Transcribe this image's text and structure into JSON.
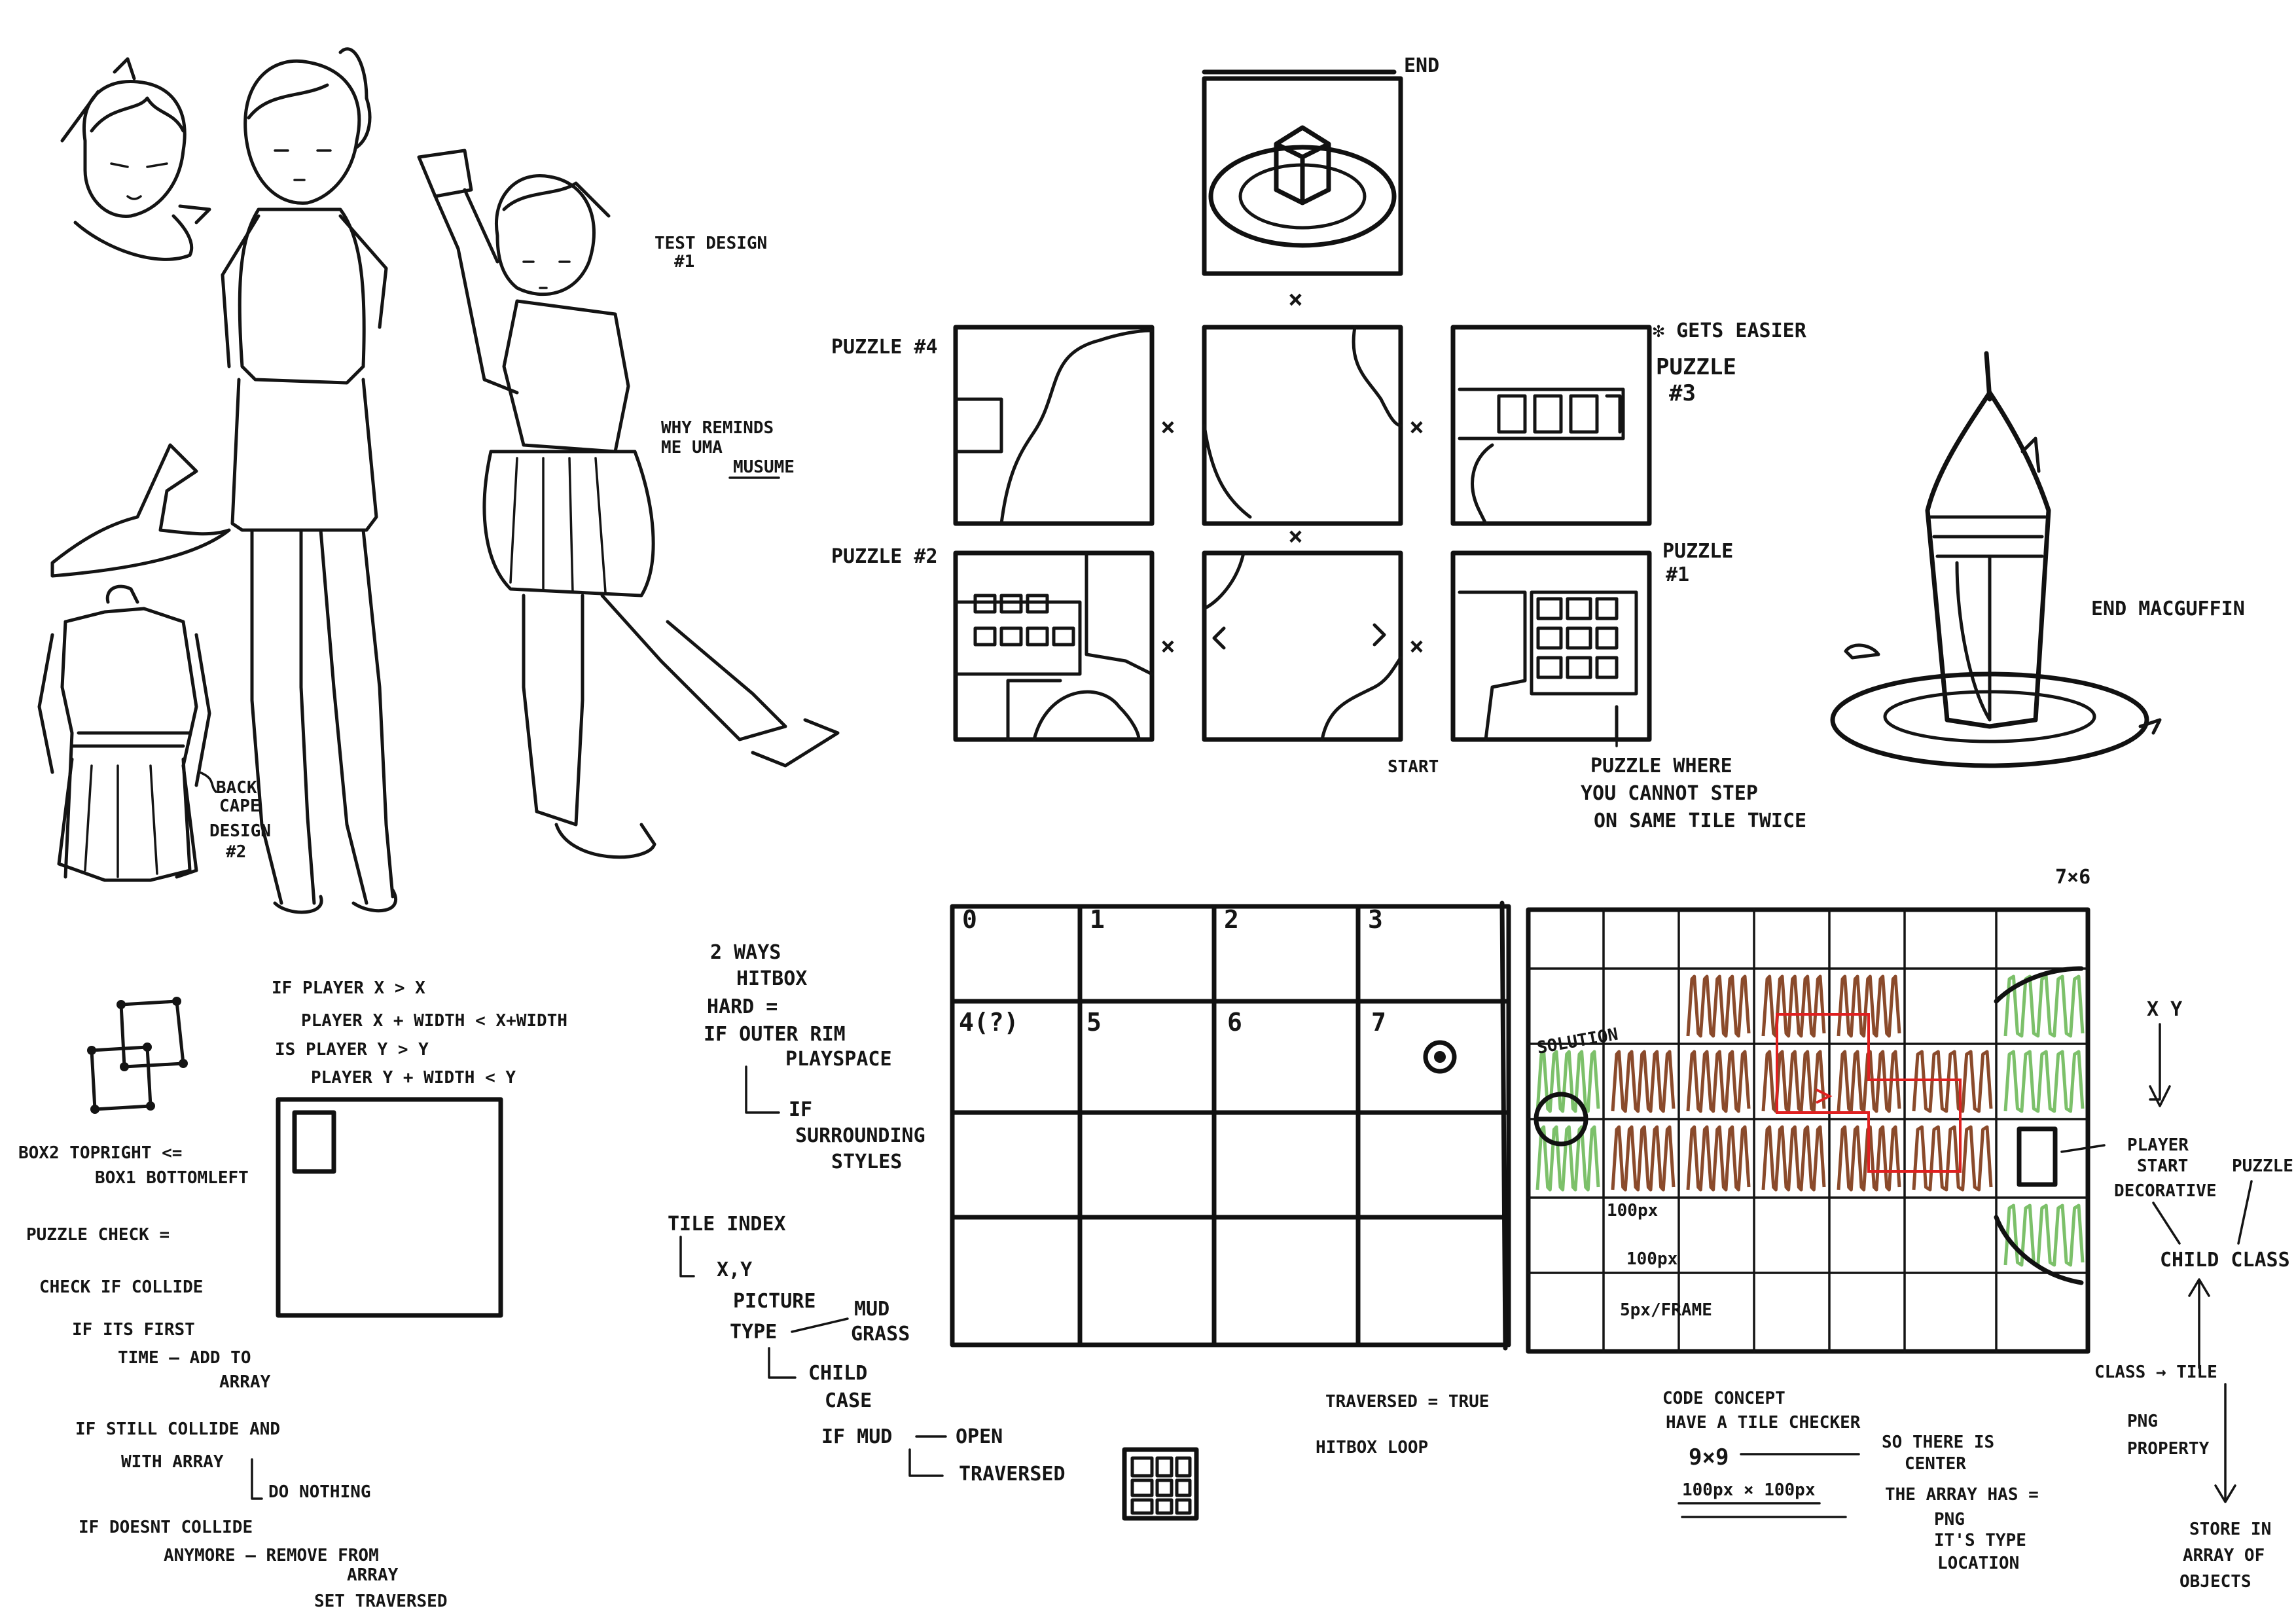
{
  "colors": {
    "ink": "#141414",
    "mud": "#8a4a2b",
    "grass": "#7cc06a",
    "path": "#e02020",
    "paper": "#ffffff"
  },
  "notes": {
    "test_design": [
      "TEST DESIGN",
      "#1"
    ],
    "why_reminds": [
      "WHY REMINDS",
      "ME UMA",
      "MUSUME"
    ],
    "back_cape": [
      "BACK",
      "CAPE",
      "DESIGN",
      "#2"
    ],
    "end": "END",
    "gets_easier": "✻ GETS EASIER",
    "puzzle_4": "PUZZLE #4",
    "puzzle_3": [
      "PUZZLE",
      "#3"
    ],
    "puzzle_2": "PUZZLE #2",
    "puzzle_1": [
      "PUZZLE",
      "#1"
    ],
    "start": "START",
    "puzzle_where": [
      "PUZZLE WHERE",
      "YOU CANNOT STEP",
      "ON SAME TILE TWICE"
    ],
    "end_macguffin": "END MACGUFFIN",
    "grid_size": "7×6",
    "collision": {
      "if_player_x": "IF PLAYER X > X",
      "player_x_width": "PLAYER X + WIDTH < X+WIDTH",
      "is_player_y": "IS PLAYER Y > Y",
      "player_y_width": "PLAYER Y + WIDTH < Y"
    },
    "box2_topright": [
      "BOX2 TOPRIGHT <=",
      "BOX1 BOTTOMLEFT"
    ],
    "puzzle_check": [
      "PUZZLE CHECK =",
      "CHECK IF COLLIDE",
      "IF ITS FIRST",
      "TIME — ADD TO",
      "ARRAY",
      "IF STILL COLLIDE AND",
      "WITH ARRAY",
      "DO NOTHING",
      "IF DOESNT COLLIDE",
      "ANYMORE — REMOVE FROM",
      "ARRAY",
      "SET TRAVERSED"
    ],
    "hitbox_ways": [
      "2 WAYS",
      "HITBOX",
      "HARD =",
      "IF OUTER RIM",
      "PLAYSPACE",
      "IF",
      "SURROUNDING",
      "STYLES"
    ],
    "tile_index": {
      "title": "TILE INDEX",
      "xy": "X,Y",
      "picture": "PICTURE",
      "type": "TYPE",
      "mud": "MUD",
      "grass": "GRASS",
      "child_case": [
        "CHILD",
        "CASE"
      ],
      "if_mud": "IF MUD",
      "open": "OPEN",
      "traversed": "TRAVERSED"
    },
    "traversed_true": "TRAVERSED = TRUE",
    "hitbox_loop": "HITBOX LOOP",
    "code_concept": [
      "CODE CONCEPT",
      "HAVE A TILE CHECKER",
      "9×9",
      "100px × 100px"
    ],
    "center_note": [
      "SO THERE IS",
      "CENTER"
    ],
    "array_has": [
      "THE ARRAY HAS =",
      "PNG",
      "IT'S TYPE",
      "LOCATION"
    ],
    "grid_labels": {
      "solution": "SOLUTION",
      "px100_a": "100px",
      "px100_b": "100px",
      "frame": "5px/FRAME"
    },
    "xy_label": "X Y",
    "player_start": [
      "PLAYER",
      "START"
    ],
    "decorative": "DECORATIVE",
    "puzzle_word": "PUZZLE",
    "child_class": "CHILD CLASS",
    "class_tile": "CLASS → TILE",
    "png_property": [
      "PNG",
      "PROPERTY"
    ],
    "store_in": [
      "STORE IN",
      "ARRAY OF",
      "OBJECTS"
    ]
  },
  "tile_numbers": [
    "0",
    "1",
    "2",
    "3",
    "4(?)",
    "5",
    "6",
    "7"
  ],
  "marks": {
    "x": "×"
  }
}
